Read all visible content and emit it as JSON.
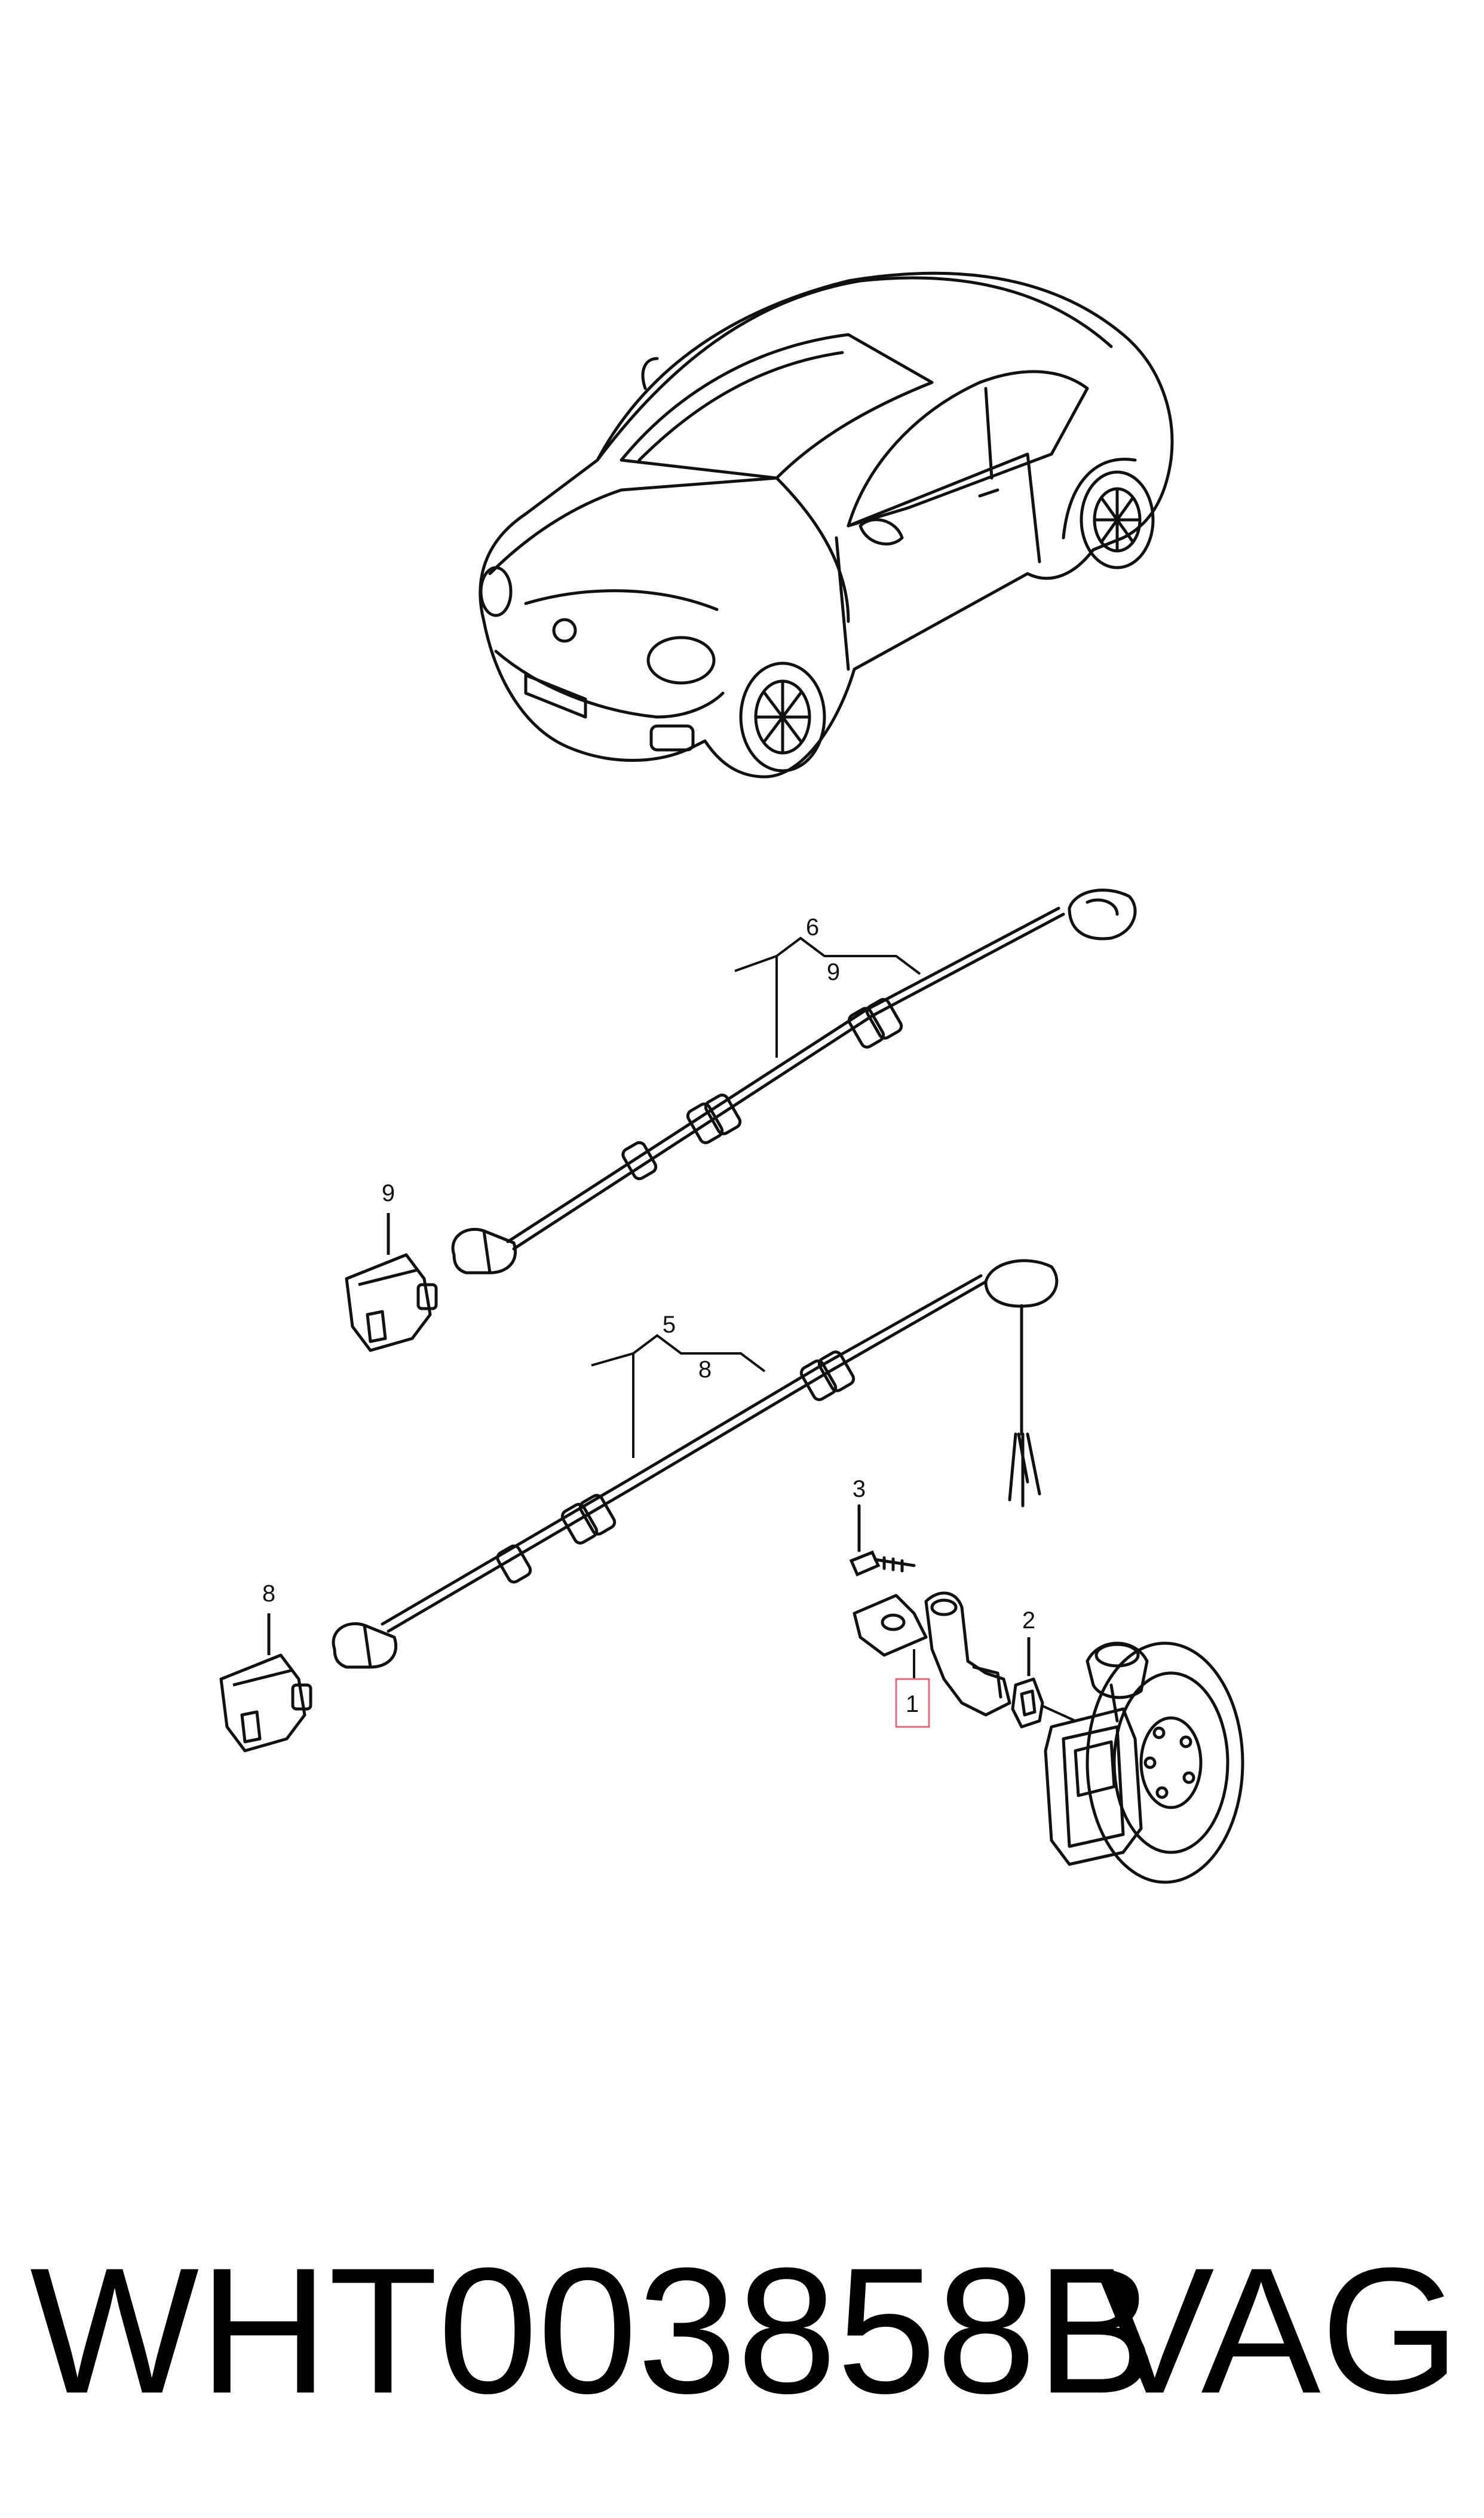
{
  "callouts": {
    "c1": "1",
    "c2": "2",
    "c3": "3",
    "c5": "5",
    "c6": "6",
    "c8a": "8",
    "c8b": "8",
    "c9a": "9",
    "c9b": "9"
  },
  "footer": {
    "part_number": "WHT003858B",
    "brand": "VAG"
  },
  "colors": {
    "line": "#111111",
    "highlight": "#e06a7a"
  }
}
